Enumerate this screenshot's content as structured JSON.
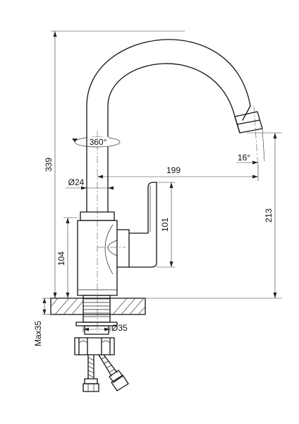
{
  "dimensions": {
    "total_height": "339",
    "pipe_diameter": "Ø24",
    "rotation": "360°",
    "spout_reach": "199",
    "spout_angle": "16°",
    "spout_height": "213",
    "handle_height": "101",
    "body_height": "104",
    "mount_max": "Max35",
    "thread_diameter": "Ø35"
  }
}
